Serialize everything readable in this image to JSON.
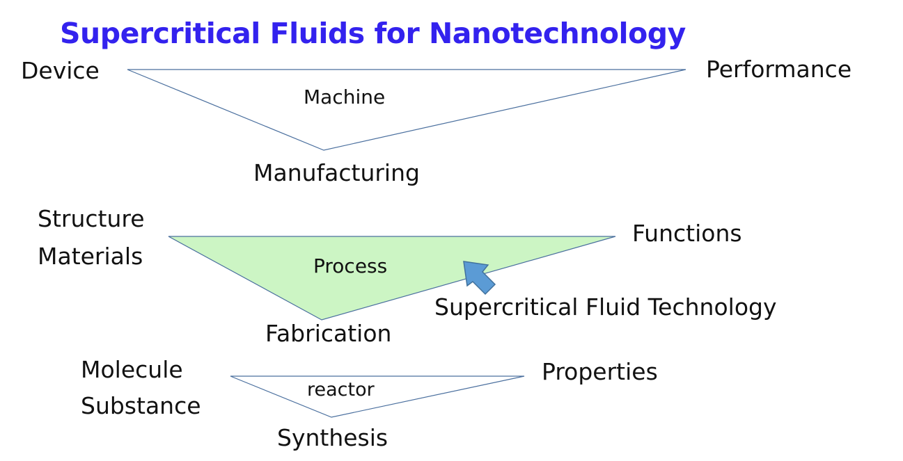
{
  "title": "Supercritical Fluids for Nanotechnology",
  "colors": {
    "title": "#3322ee",
    "text": "#111111",
    "triangle_stroke": "#4a6f9e",
    "process_fill": "#ccf5c4",
    "arrow_fill": "#5b9bd5",
    "arrow_stroke": "#41719c"
  },
  "levels": {
    "machine": {
      "left": "Device",
      "right": "Performance",
      "center": "Machine",
      "bottom": "Manufacturing"
    },
    "process": {
      "left_top": "Structure",
      "left_bottom": "Materials",
      "right": "Functions",
      "center": "Process",
      "bottom": "Fabrication",
      "arrow_label": "Supercritical Fluid Technology"
    },
    "reactor": {
      "left_top": "Molecule",
      "left_bottom": "Substance",
      "right": "Properties",
      "center": "reactor",
      "bottom": "Synthesis"
    }
  }
}
